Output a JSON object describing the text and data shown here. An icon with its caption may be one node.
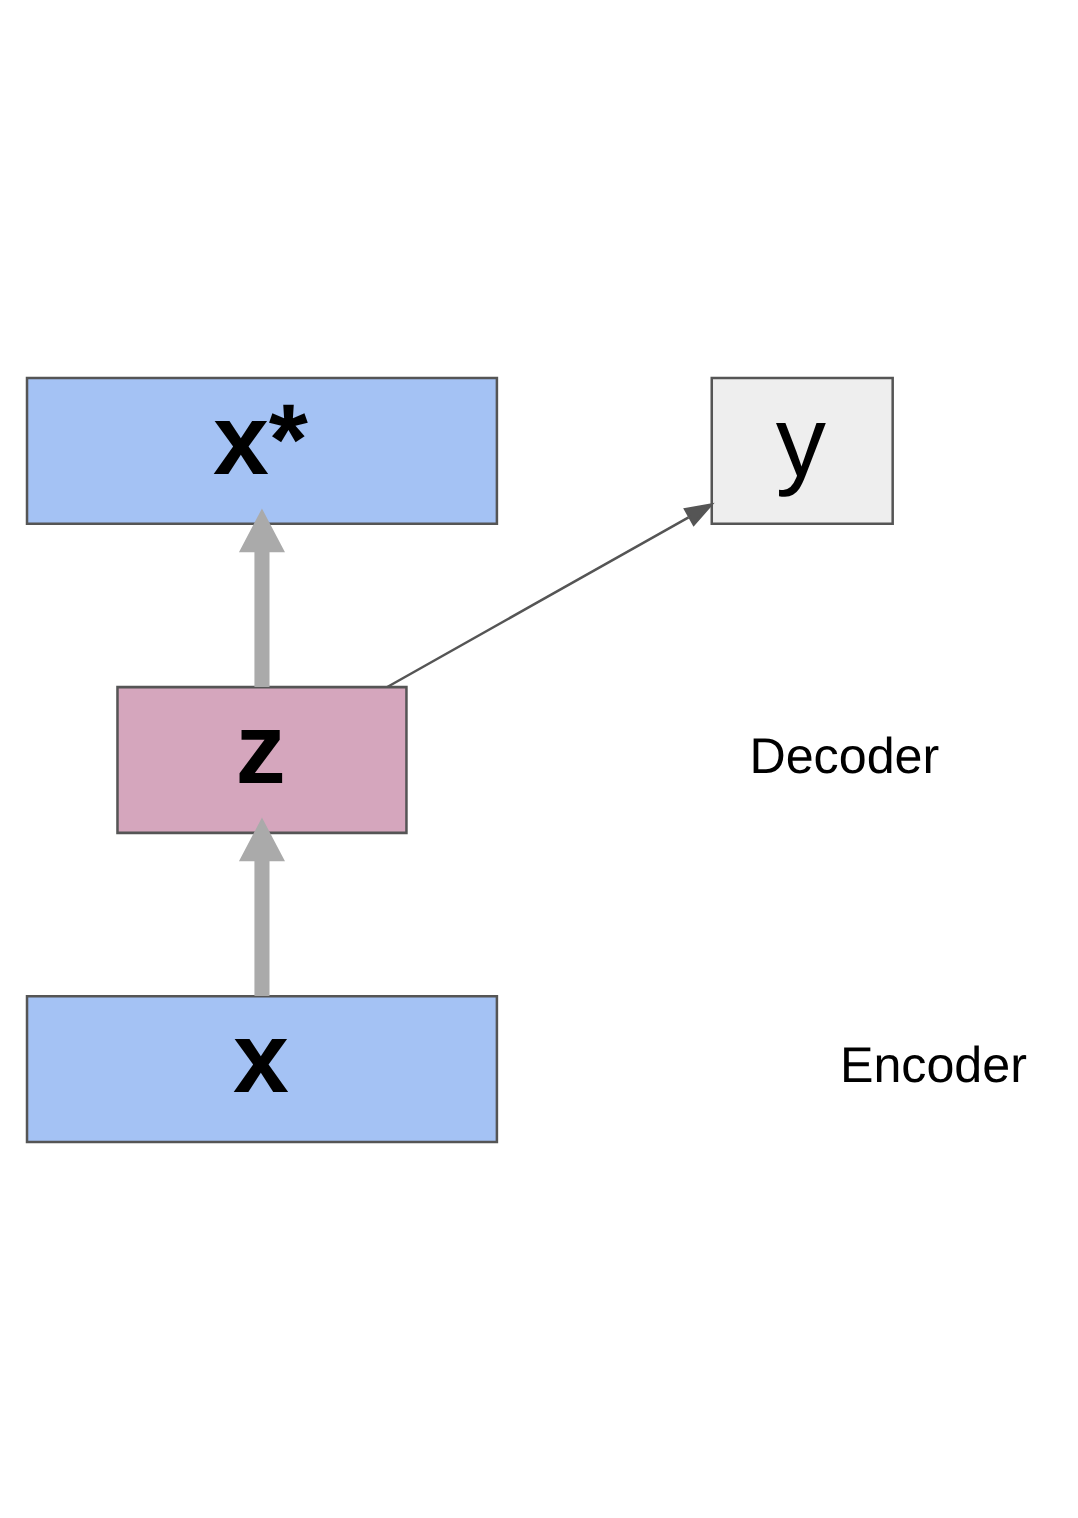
{
  "diagram": {
    "nodes": [
      {
        "text": [
          "y"
        ]
      },
      {
        "text": [
          "x*"
        ]
      },
      {
        "text": [
          "z"
        ]
      },
      {
        "text": [
          "x"
        ]
      }
    ],
    "edges": [
      {
        "from": 3,
        "to": 2,
        "arrow": "to"
      },
      {
        "from": 2,
        "to": 1,
        "arrow": "to"
      },
      {
        "from": 2,
        "to": 0,
        "arrow": "to",
        "color": "#555555"
      }
    ],
    "labels": [
      "Decoder",
      "Encoder"
    ]
  }
}
